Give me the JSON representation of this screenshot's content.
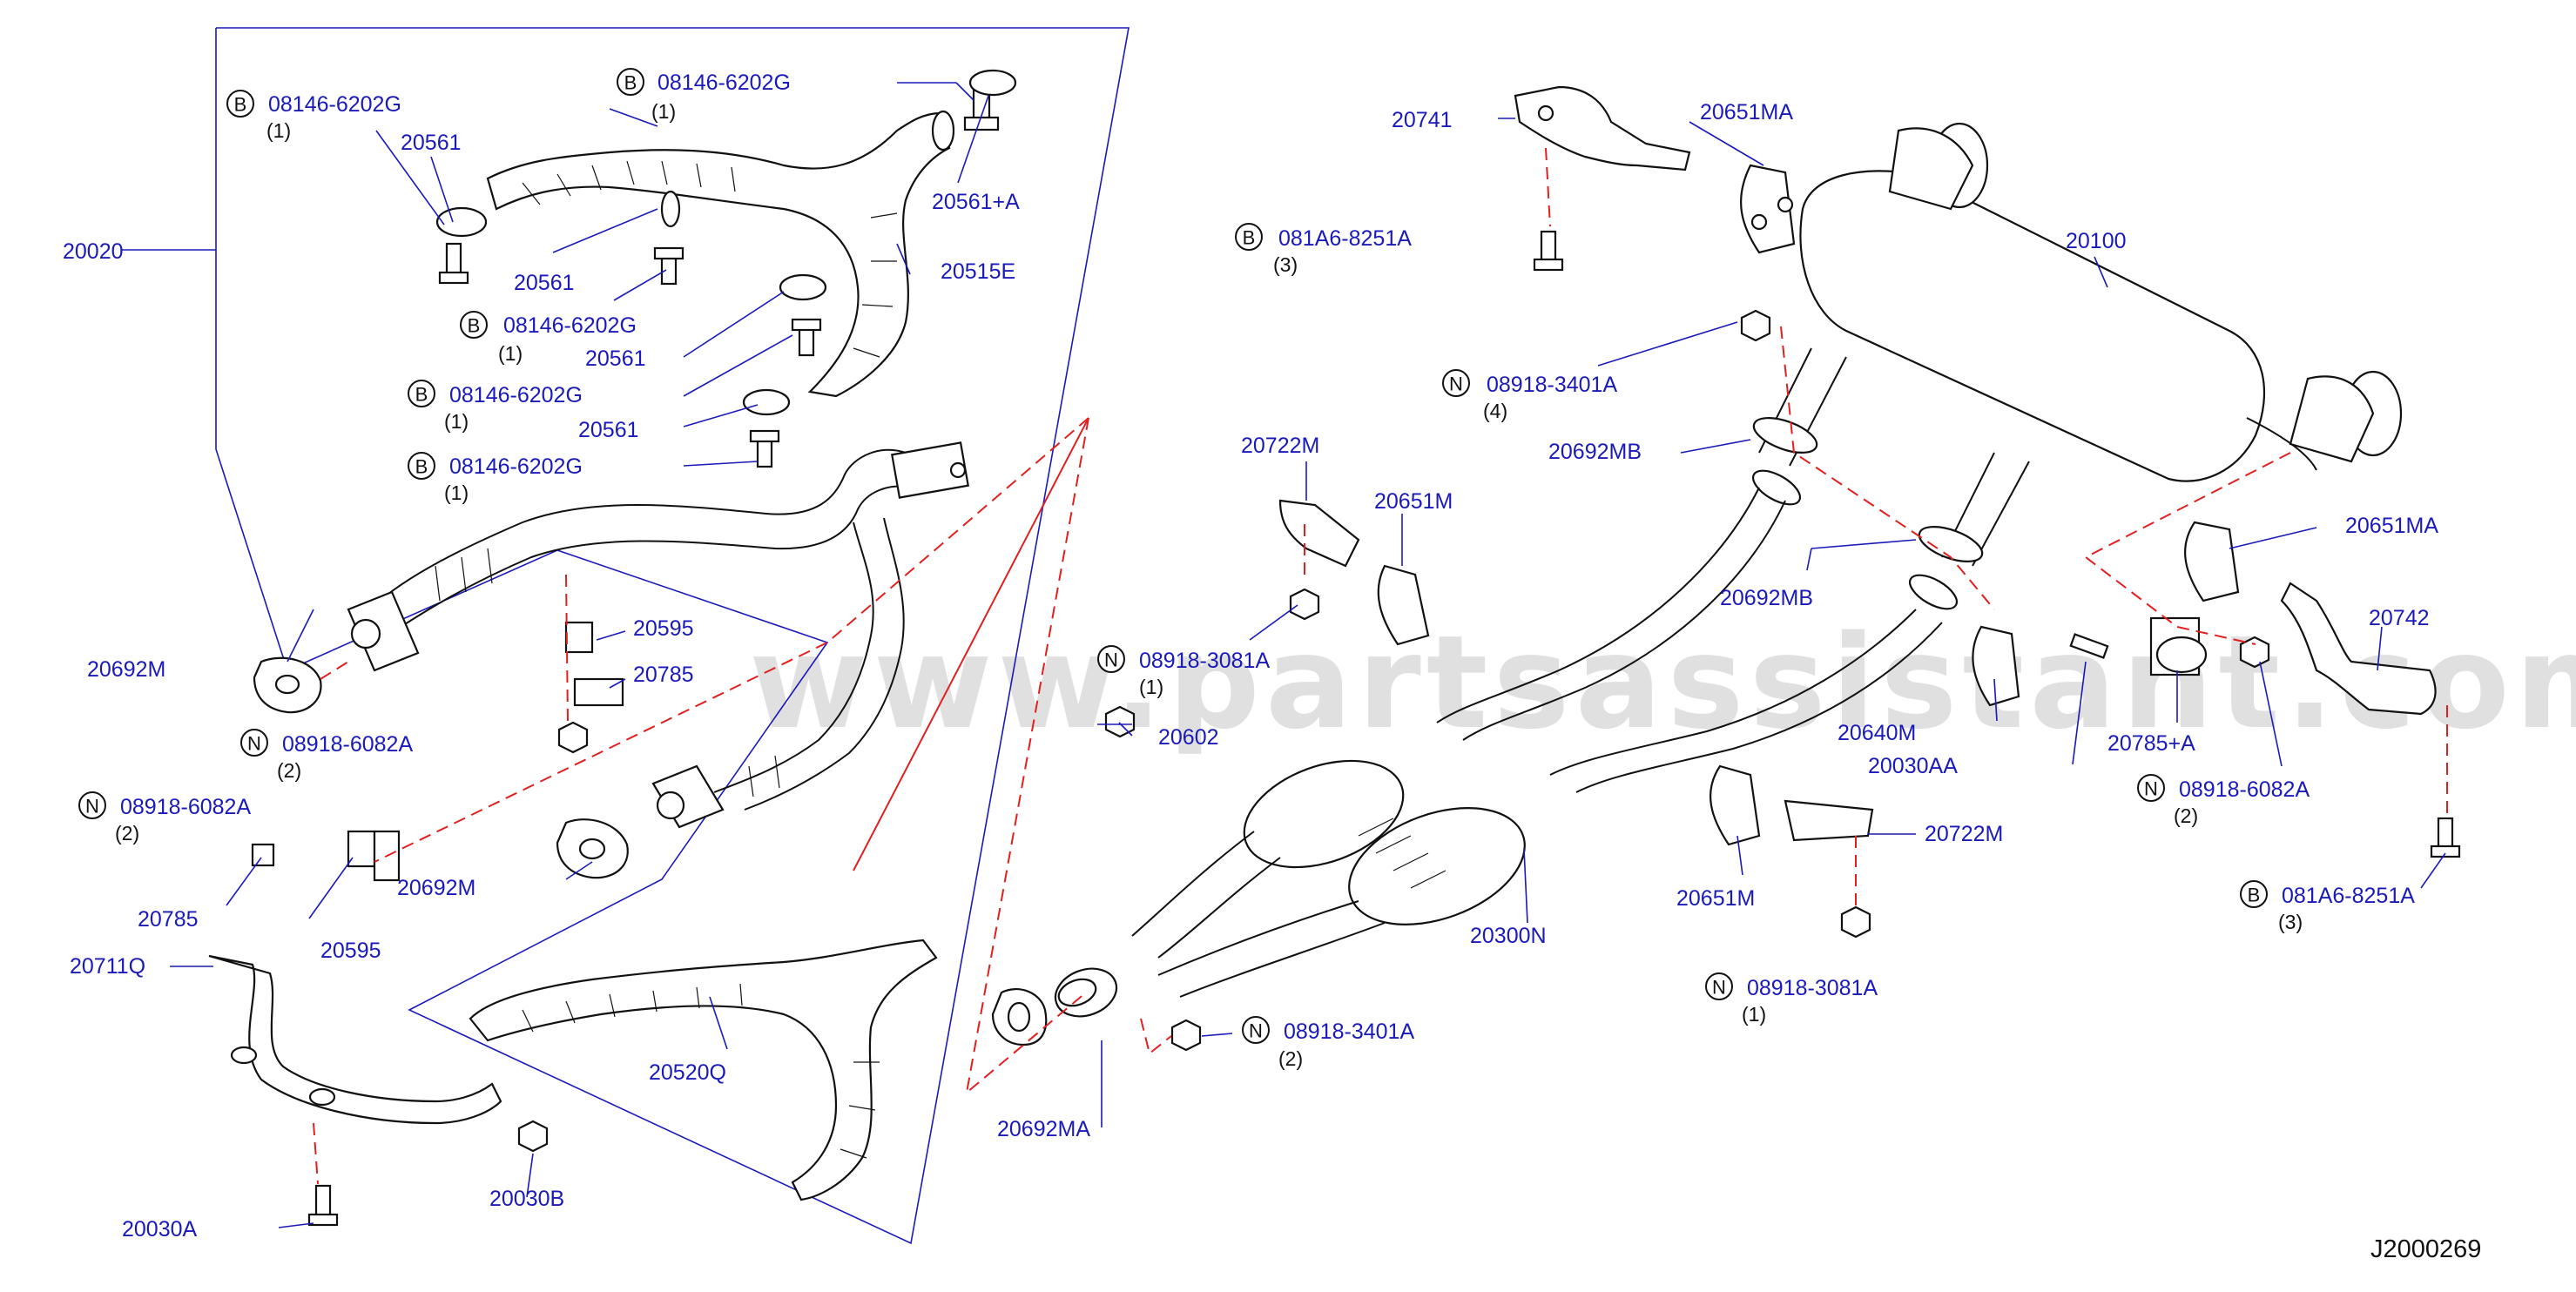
{
  "reference_id": "J2000269",
  "watermark": "www.partsassistant.com",
  "callouts": {
    "b_08146_1": {
      "prefix": "B",
      "part": "08146-6202G",
      "qty": "(1)"
    },
    "b_08146_2": {
      "prefix": "B",
      "part": "08146-6202G",
      "qty": "(1)"
    },
    "b_08146_3": {
      "prefix": "B",
      "part": "08146-6202G",
      "qty": "(1)"
    },
    "b_08146_4": {
      "prefix": "B",
      "part": "08146-6202G",
      "qty": "(1)"
    },
    "b_08146_5": {
      "prefix": "B",
      "part": "08146-6202G",
      "qty": "(1)"
    },
    "n_08918_6082_1": {
      "prefix": "N",
      "part": "08918-6082A",
      "qty": "(2)"
    },
    "n_08918_6082_2": {
      "prefix": "N",
      "part": "08918-6082A",
      "qty": "(2)"
    },
    "n_08918_6082_3": {
      "prefix": "N",
      "part": "08918-6082A",
      "qty": "(2)"
    },
    "b_081a6_1": {
      "prefix": "B",
      "part": "081A6-8251A",
      "qty": "(3)"
    },
    "b_081a6_2": {
      "prefix": "B",
      "part": "081A6-8251A",
      "qty": "(3)"
    },
    "n_08918_3401_1": {
      "prefix": "N",
      "part": "08918-3401A",
      "qty": "(4)"
    },
    "n_08918_3401_2": {
      "prefix": "N",
      "part": "08918-3401A",
      "qty": "(2)"
    },
    "n_08918_3081_1": {
      "prefix": "N",
      "part": "08918-3081A",
      "qty": "(1)"
    },
    "n_08918_3081_2": {
      "prefix": "N",
      "part": "08918-3081A",
      "qty": "(1)"
    }
  },
  "labels": {
    "p20020": "20020",
    "p20561_a": "20561",
    "p20561_b": "20561",
    "p20561_c": "20561",
    "p20561_d": "20561",
    "p20561_plus_a": "20561+A",
    "p20515e": "20515E",
    "p20692m_1": "20692M",
    "p20692m_2": "20692M",
    "p20595_1": "20595",
    "p20595_2": "20595",
    "p20785_1": "20785",
    "p20785_2": "20785",
    "p20602": "20602",
    "p20711q": "20711Q",
    "p20030a": "20030A",
    "p20030b": "20030B",
    "p20520q": "20520Q",
    "p20692ma": "20692MA",
    "p20741": "20741",
    "p20651ma_1": "20651MA",
    "p20651ma_2": "20651MA",
    "p20100": "20100",
    "p20692mb_1": "20692MB",
    "p20692mb_2": "20692MB",
    "p20722m_1": "20722M",
    "p20722m_2": "20722M",
    "p20651m_1": "20651M",
    "p20651m_2": "20651M",
    "p20640m": "20640M",
    "p20030aa": "20030AA",
    "p20785_plus_a": "20785+A",
    "p20742": "20742",
    "p20300n": "20300N"
  },
  "colors": {
    "label": "#1a1ab8",
    "guide": "#e02020",
    "line": "#111111"
  }
}
